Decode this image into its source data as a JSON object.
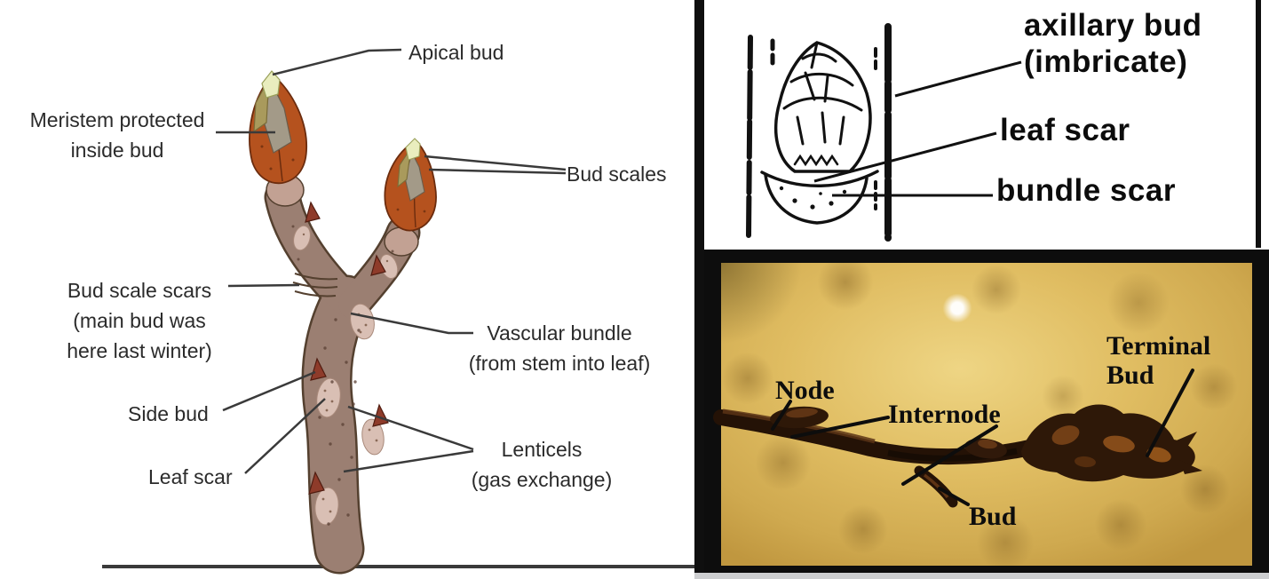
{
  "figure": {
    "title": "Twig and bud anatomy diagram (three panels)"
  },
  "left_panel": {
    "labels": {
      "apical_bud": "Apical bud",
      "meristem": "Meristem protected\ninside bud",
      "bud_scales": "Bud scales",
      "bud_scale_scars": "Bud scale scars\n(main bud was\nhere last winter)",
      "vascular_bundle": "Vascular bundle\n(from stem into leaf)",
      "side_bud": "Side bud",
      "leaf_scar": "Leaf scar",
      "lenticels": "Lenticels\n(gas exchange)"
    }
  },
  "top_right_panel": {
    "labels": {
      "axillary_bud": "axillary bud\n(imbricate)",
      "leaf_scar": "leaf scar",
      "bundle_scar": "bundle scar"
    }
  },
  "photo_panel": {
    "labels": {
      "node": "Node",
      "internode": "Internode",
      "terminal_bud": "Terminal\nBud",
      "bud": "Bud"
    }
  },
  "colors": {
    "stem": "#9b7f72",
    "stem_outline": "#54402f",
    "bud_neck": "#c2a193",
    "bud_scale_orange": "#b5521e",
    "bud_scale_olive": "#a99a5c",
    "bud_scale_gray": "#a39a88",
    "bud_tip_pale": "#e9edbe",
    "leaf_scar_patch": "#d9bfb4",
    "side_bud_red": "#8e3b2a",
    "label_text": "#2b2b2b",
    "ink_black": "#0f0f0f",
    "photo_background": "#e0bd62",
    "photo_twig": "#241206",
    "frame_black": "#0d0d0d"
  }
}
